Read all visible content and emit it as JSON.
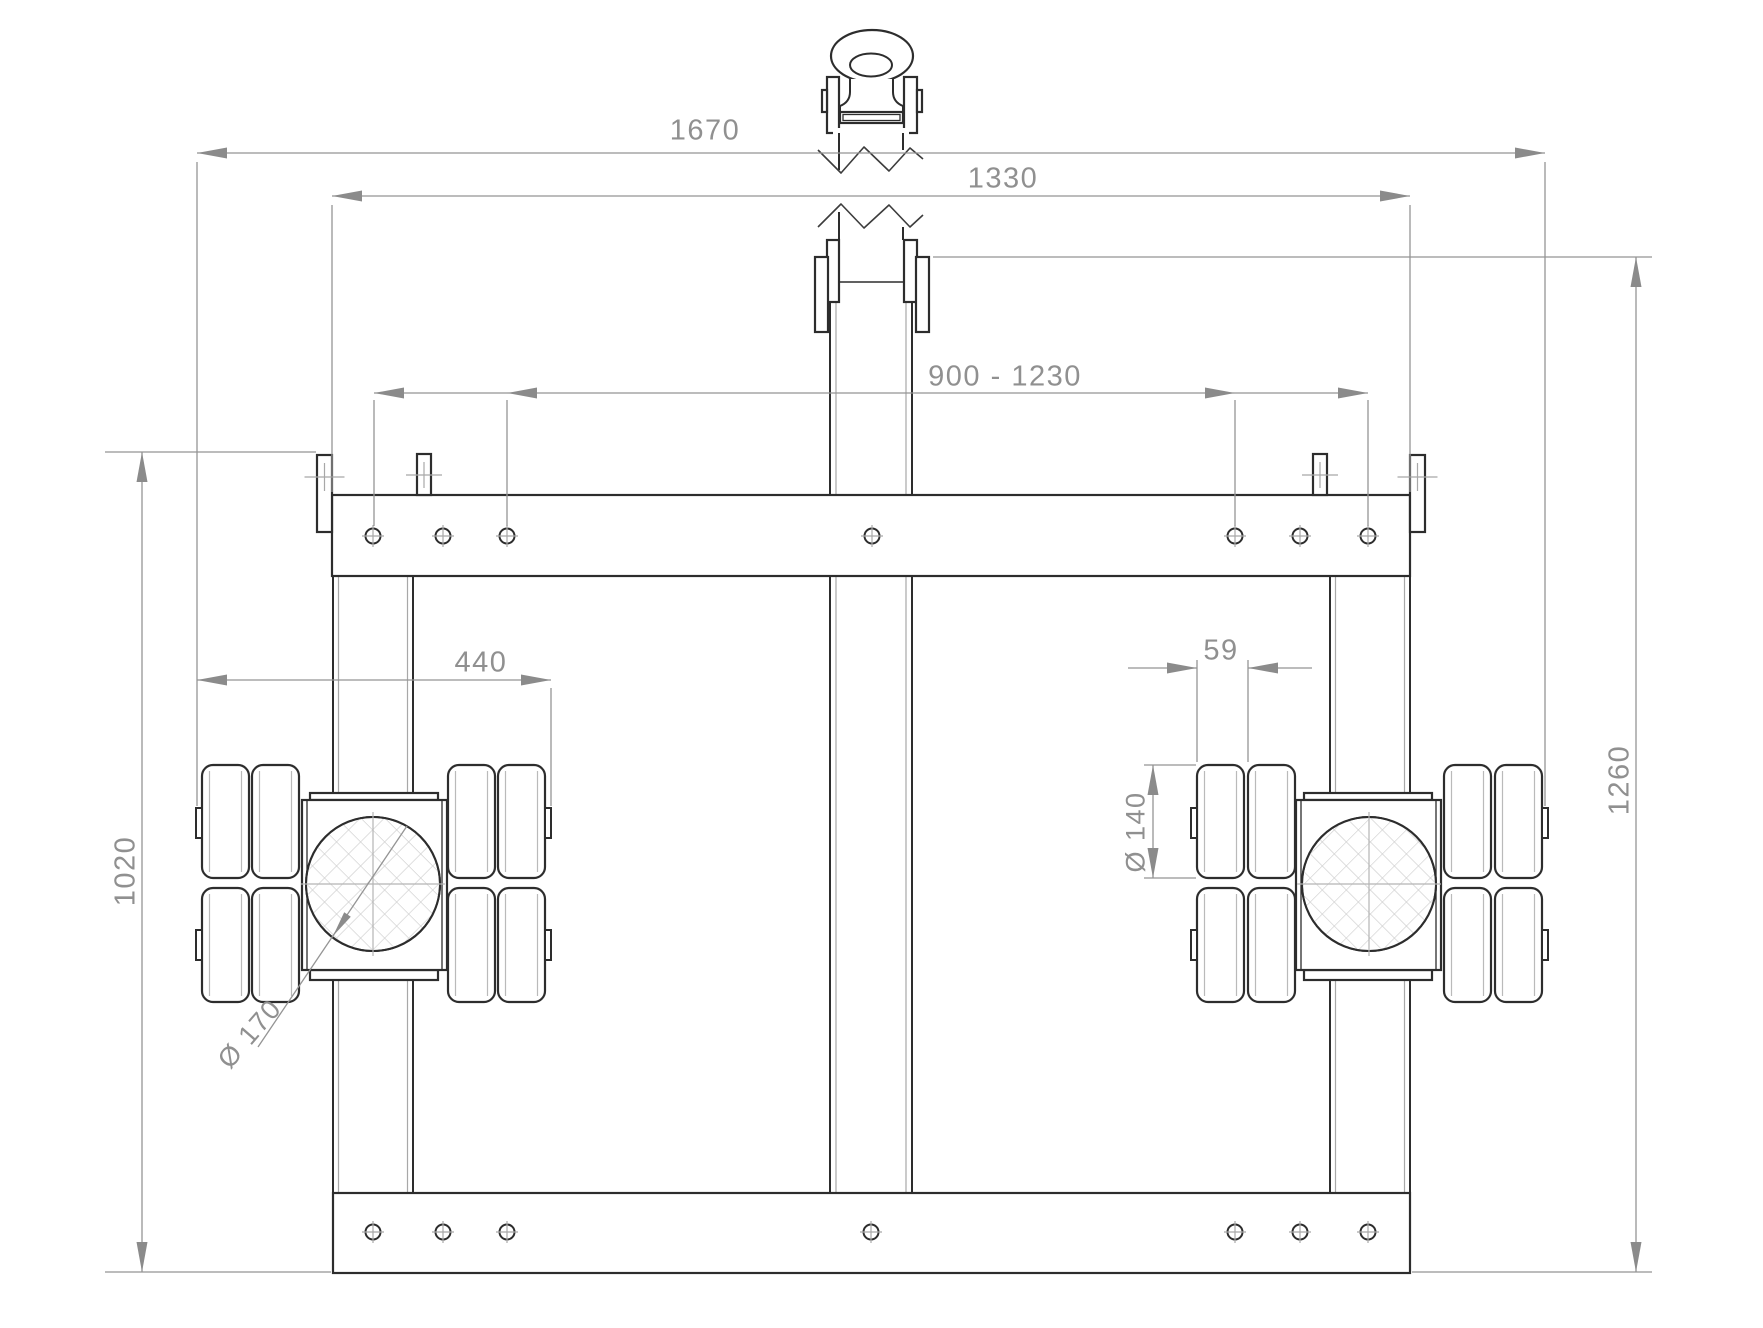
{
  "drawing": {
    "type": "engineering-dimension-drawing",
    "view": "front view of adjustable transport trolley with swivel wheel bogies",
    "dimensions": {
      "overall_width": "1670",
      "beam_width": "1330",
      "adjustable_span": "900 - 1230",
      "bogie_width": "440",
      "wheel_offset": "59",
      "wheel_diameter": "Ø 140",
      "swivel_plate_diameter": "Ø 170",
      "frame_height": "1020",
      "overall_height": "1260"
    },
    "colors": {
      "structure_line": "#2d2d2d",
      "dimension_line": "#949494",
      "dimension_text": "#909090",
      "hatch": "#cccccc"
    }
  }
}
